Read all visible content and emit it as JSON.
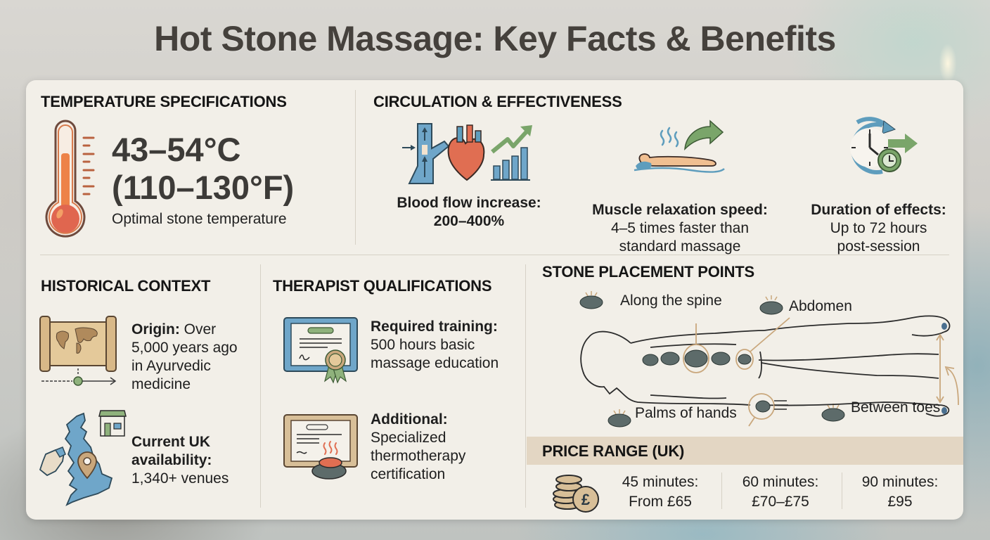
{
  "title": "Hot Stone Massage: Key Facts & Benefits",
  "colors": {
    "panel_bg": "#f2efe8",
    "title_text": "#45413c",
    "accent_orange": "#e0704f",
    "accent_blue": "#5e9dbd",
    "accent_green": "#7aa56a",
    "accent_tan": "#c9a77c",
    "price_header_bg": "#e3d6c3",
    "stone_grey": "#5d6b6a"
  },
  "temperature": {
    "heading": "TEMPERATURE SPECIFICATIONS",
    "celsius": "43–54°C",
    "fahrenheit": "(110–130°F)",
    "caption": "Optimal stone temperature",
    "icon": "thermometer-icon"
  },
  "circulation": {
    "heading": "CIRCULATION & EFFECTIVENESS",
    "stats": [
      {
        "icon": "blood-flow-heart-chart-icon",
        "label": "Blood flow increase:",
        "value": "200–400%"
      },
      {
        "icon": "relaxed-person-arrow-icon",
        "label": "Muscle relaxation speed:",
        "value_line1": "4–5 times faster than",
        "value_line2": "standard massage"
      },
      {
        "icon": "clock-arrow-icon",
        "label": "Duration of effects:",
        "value_line1": "Up to 72 hours",
        "value_line2": "post-session"
      }
    ]
  },
  "history": {
    "heading": "HISTORICAL CONTEXT",
    "items": [
      {
        "icon": "scroll-world-map-icon",
        "label": "Origin:",
        "text_line1": "Over",
        "text_line2": "5,000 years ago",
        "text_line3": "in Ayurvedic",
        "text_line4": "medicine"
      },
      {
        "icon": "uk-map-location-icon",
        "label_line1": "Current UK",
        "label_line2": "availability:",
        "value": "1,340+ venues"
      }
    ]
  },
  "qualifications": {
    "heading": "THERAPIST QUALIFICATIONS",
    "items": [
      {
        "icon": "certificate-ribbon-icon",
        "label": "Required training:",
        "text_line1": "500 hours basic",
        "text_line2": "massage education"
      },
      {
        "icon": "certificate-hot-stone-icon",
        "label": "Additional:",
        "text_line1": "Specialized",
        "text_line2": "thermotherapy",
        "text_line3": "certification"
      }
    ]
  },
  "placement": {
    "heading": "STONE PLACEMENT POINTS",
    "points": [
      "Along the spine",
      "Abdomen",
      "Palms of hands",
      "Between toes"
    ],
    "icon": "body-outline-diagram"
  },
  "pricing": {
    "heading": "PRICE RANGE (UK)",
    "icon": "pound-coins-icon",
    "tiers": [
      {
        "duration": "45 minutes:",
        "price": "From £65"
      },
      {
        "duration": "60 minutes:",
        "price": "£70–£75"
      },
      {
        "duration": "90 minutes:",
        "price": "£95"
      }
    ]
  }
}
